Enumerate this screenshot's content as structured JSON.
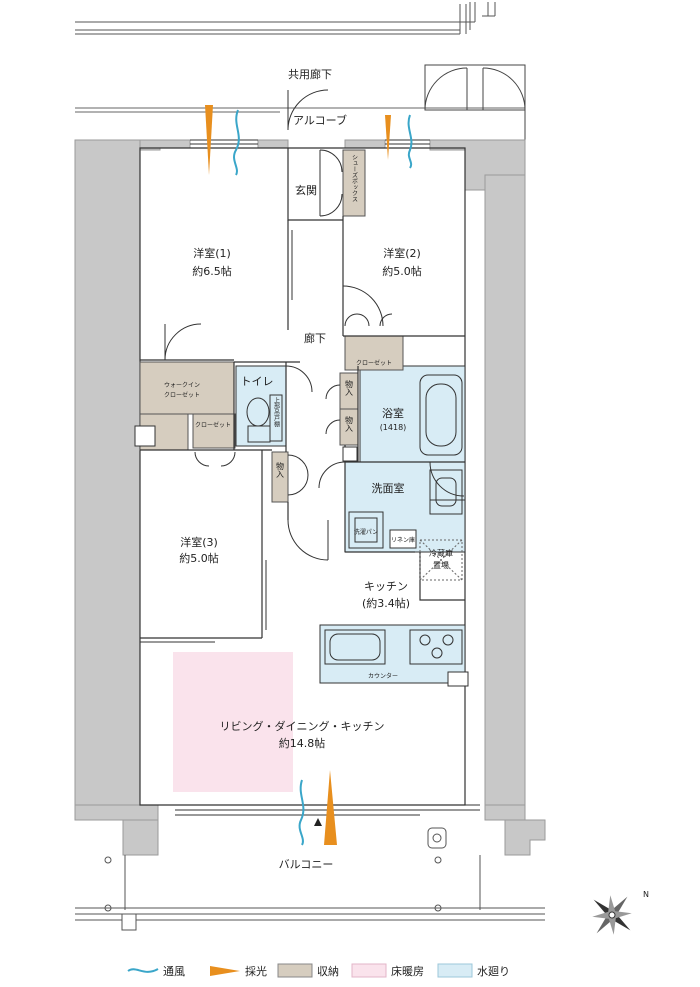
{
  "colors": {
    "wall": "#c8c8c8",
    "wall_stroke": "#9a9a9a",
    "storage": "#d6cdbf",
    "floor_heating": "#fae3ec",
    "water": "#d8ecf5",
    "ventilation": "#3aa6c9",
    "daylight": "#e88f1e",
    "line": "#333333"
  },
  "labels": {
    "corridor_common": "共用廊下",
    "alcove": "アルコーブ",
    "entrance": "玄関",
    "shoe_box": "シューズボックス",
    "room1_name": "洋室(1)",
    "room1_size": "約6.5帖",
    "room2_name": "洋室(2)",
    "room2_size": "約5.0帖",
    "room3_name": "洋室(3)",
    "room3_size": "約5.0帖",
    "hallway": "廊下",
    "closet": "クローゼット",
    "walkin_1": "ウォークイン",
    "walkin_2": "クローゼット",
    "toilet": "トイレ",
    "toilet_storage": "上部吊戸棚",
    "storage_short": "物入",
    "bath": "浴室",
    "bath_size": "(1418)",
    "washroom": "洗面室",
    "laundry_pan": "洗濯パン",
    "linen": "リネン庫",
    "fridge_1": "冷蔵庫",
    "fridge_2": "置場",
    "kitchen": "キッチン",
    "kitchen_size": "(約3.4帖)",
    "counter": "カウンター",
    "ldk": "リビング・ダイニング・キッチン",
    "ldk_size": "約14.8帖",
    "balcony": "バルコニー",
    "north": "N"
  },
  "legend": [
    {
      "key": "ventilation",
      "label": "通風"
    },
    {
      "key": "daylight",
      "label": "採光"
    },
    {
      "key": "storage",
      "label": "収納"
    },
    {
      "key": "floor_heating",
      "label": "床暖房"
    },
    {
      "key": "water",
      "label": "水廻り"
    }
  ]
}
